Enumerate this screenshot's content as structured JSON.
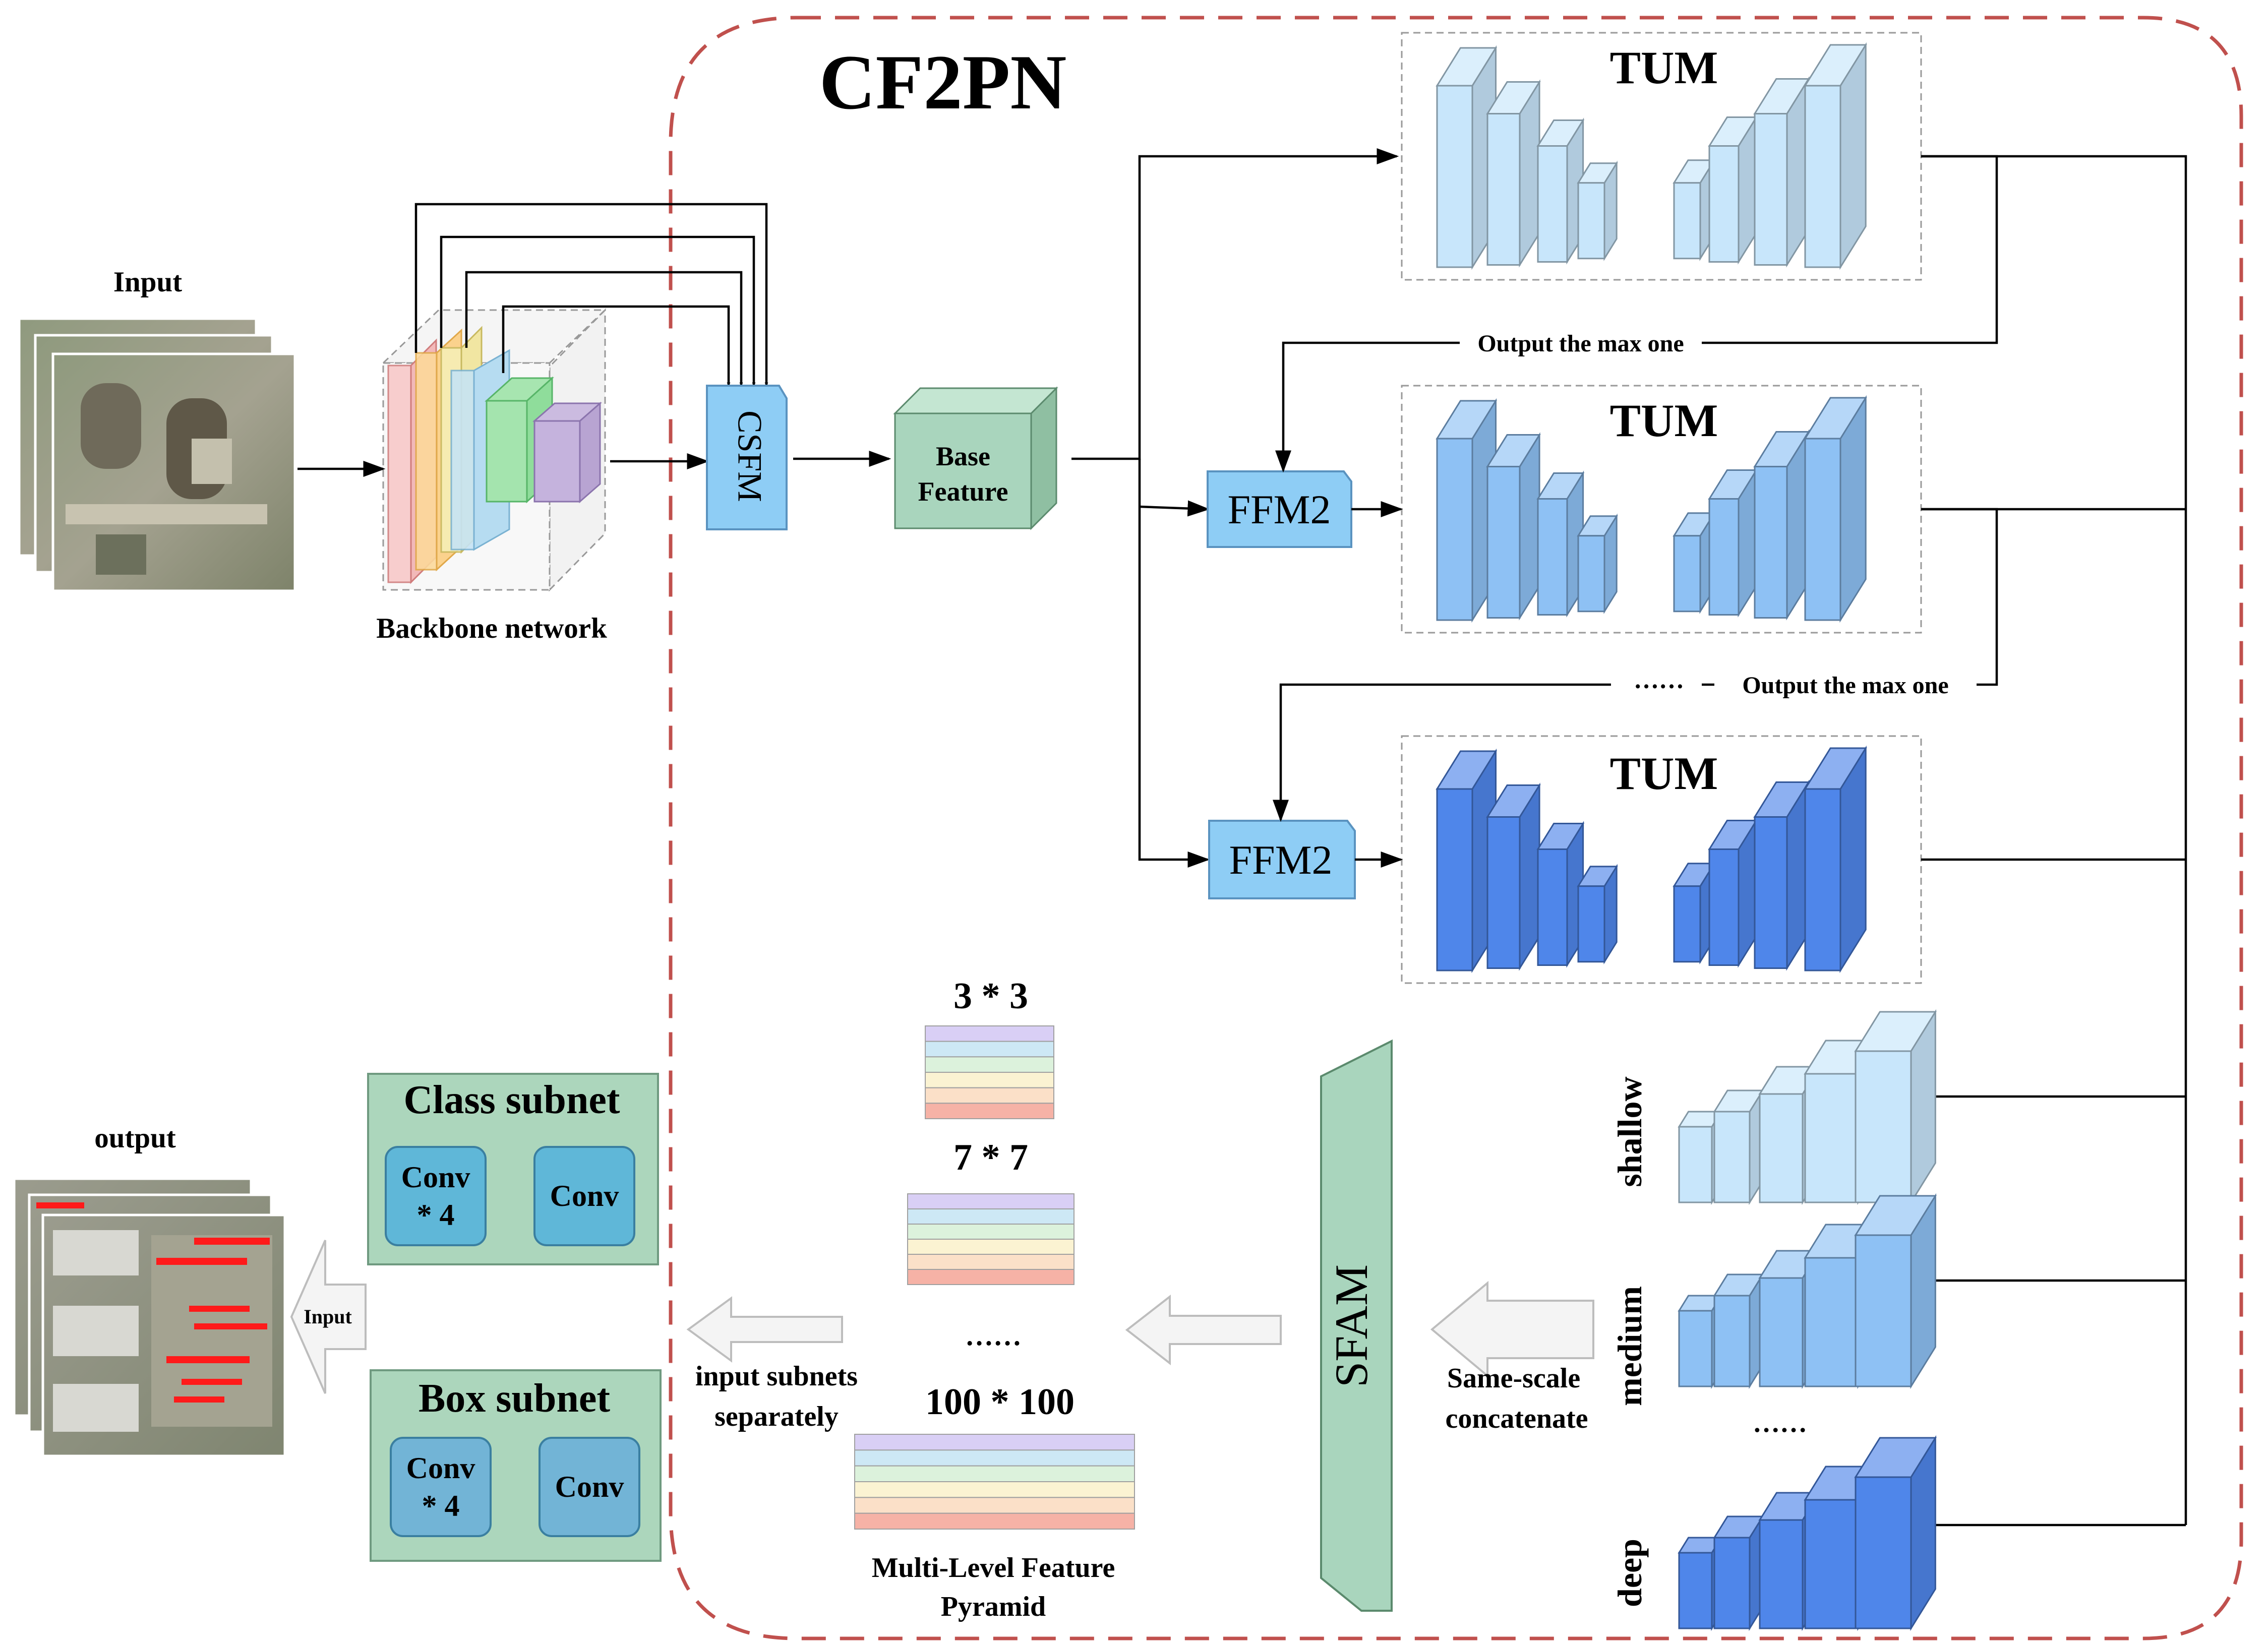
{
  "title": "CF2PN",
  "input": {
    "label": "Input"
  },
  "output": {
    "label": "output"
  },
  "backbone": {
    "label": "Backbone network"
  },
  "csfm": {
    "label": "CSFM"
  },
  "base_feature": {
    "line1": "Base",
    "line2": "Feature"
  },
  "tum": {
    "label": "TUM"
  },
  "ffm": {
    "label": "FFM2"
  },
  "output_max": {
    "first": "Output the max  one",
    "second": "Output the max one",
    "ellipsis": "……"
  },
  "levels": {
    "shallow": "shallow",
    "medium": "medium",
    "deep": "deep",
    "ellipsis": "……"
  },
  "sfam": {
    "label": "SFAM"
  },
  "same_scale": {
    "line1": "Same-scale",
    "line2": "concatenate"
  },
  "pyramid": {
    "scale_3": "3 * 3",
    "scale_7": "7 * 7",
    "ellipsis": "……",
    "scale_100": "100 * 100",
    "caption_line1": "Multi-Level Feature",
    "caption_line2": "Pyramid",
    "stripe_colors": [
      "#d9cff5",
      "#cde8f5",
      "#dcf2dc",
      "#fbf3d2",
      "#fbe0c8",
      "#f6b2a6"
    ]
  },
  "subnets": {
    "input_line1": "input subnets",
    "input_line2": "separately",
    "input_arrow": "Input",
    "class_title": "Class subnet",
    "box_title": "Box subnet",
    "conv4_line1": "Conv",
    "conv4_line2": "* 4",
    "conv": "Conv"
  },
  "colors": {
    "boundary": "#c0504d",
    "module_blue": "#8ecdf5",
    "module_green": "#a9d5bd",
    "subnet_bg": "#acd6bc",
    "class_conv": "#5fb7d8",
    "box_conv": "#72b4d6",
    "tum_light": "#c8e6fb",
    "tum_mid": "#8ec1f4",
    "tum_deep": "#4f86ea"
  }
}
